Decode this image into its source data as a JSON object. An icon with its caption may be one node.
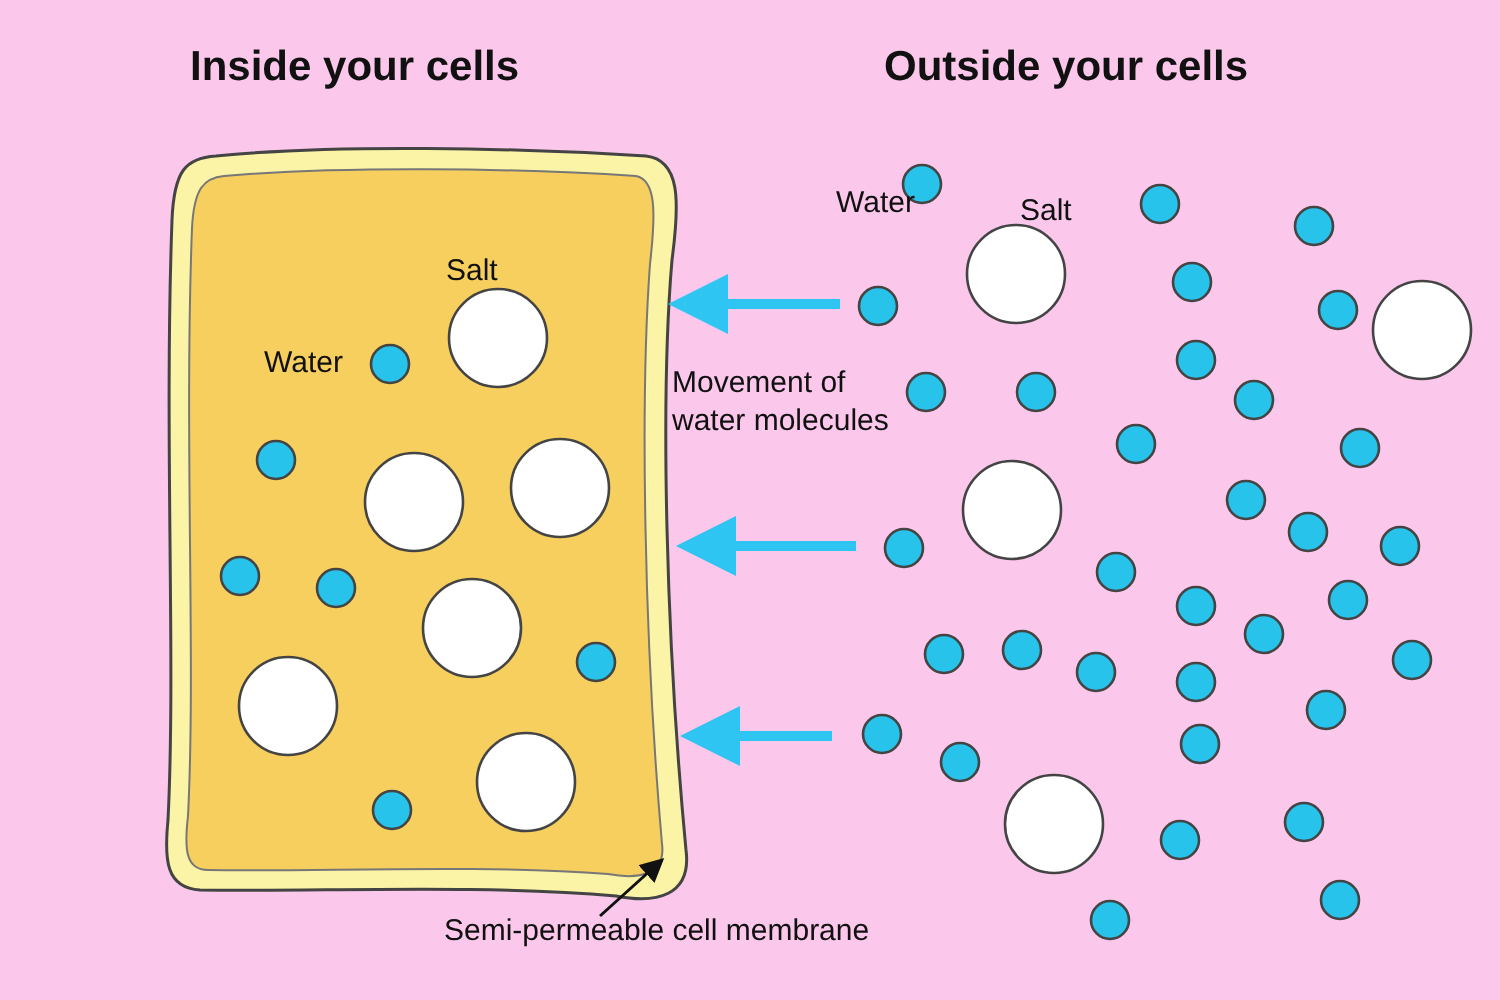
{
  "diagram": {
    "nodes": [
      {
        "text": [],
        "shape": "box"
      },
      {
        "text": [
          "Semi-permeable cell membrane"
        ]
      }
    ],
    "edges": [
      {
        "from": null,
        "to": 0,
        "arrow": "to"
      },
      {
        "from": null,
        "to": 0,
        "arrow": "to"
      },
      {
        "from": null,
        "to": 0,
        "arrow": "to"
      },
      {
        "from": 1,
        "to": 0,
        "arrow": "to",
        "color": "#111111"
      }
    ],
    "labels": [
      "Inside your cells",
      "Outside your cells",
      "Water",
      "Salt",
      "Salt",
      "Water",
      "Movement of water molecules"
    ]
  }
}
